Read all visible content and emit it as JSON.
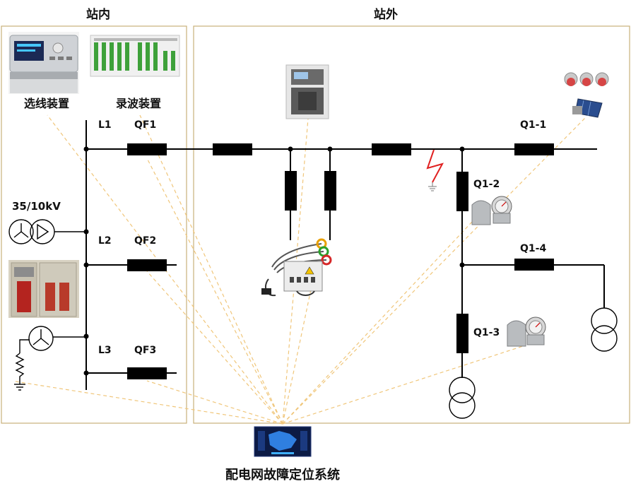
{
  "regions": {
    "inside_title": "站内",
    "outside_title": "站外"
  },
  "labels": {
    "selector_device": "选线装置",
    "recorder_device": "录波装置",
    "voltage": "35/10kV",
    "line1": "L1",
    "line2": "L2",
    "line3": "L3",
    "qf1": "QF1",
    "qf2": "QF2",
    "qf3": "QF3",
    "q1_1": "Q1-1",
    "q1_2": "Q1-2",
    "q1_3": "Q1-3",
    "q1_4": "Q1-4"
  },
  "system": {
    "title": "配电网故障定位系统"
  },
  "colors": {
    "frame": "#c9b07a",
    "link": "#f0c67a",
    "fault": "#e02020",
    "wire": "#000000"
  },
  "icons": {
    "selector": "protection-relay-icon",
    "recorder": "wave-recorder-icon",
    "cabinet": "switch-cabinet-icon",
    "substation": "transformer-room-icon",
    "sensor": "fault-indicator-icon",
    "collector": "collection-unit-icon",
    "solar": "solar-panel-icon",
    "monitor": "dashboard-screen-icon"
  }
}
